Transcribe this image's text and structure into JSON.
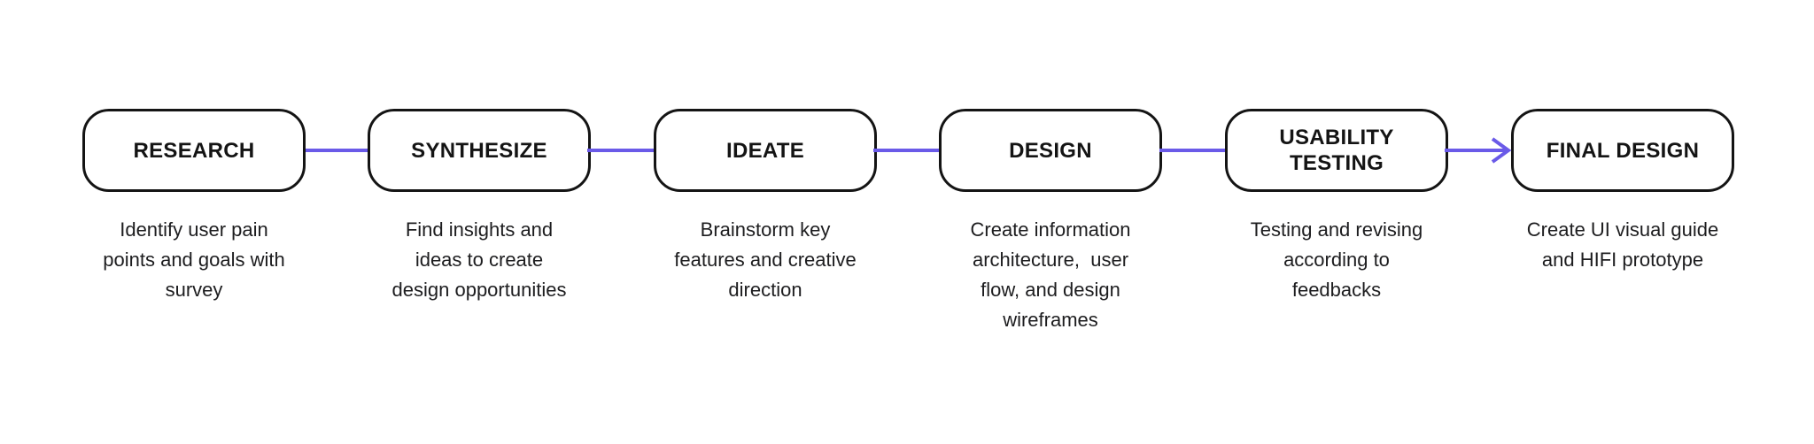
{
  "diagram": {
    "title": "design-process-flow",
    "colors": {
      "background": "#ffffff",
      "node_border": "#141414",
      "node_fill": "#ffffff",
      "title_text": "#141414",
      "description_text": "#1d1d1f",
      "connector": "#6A5AE8"
    },
    "stages": [
      {
        "title": "RESEARCH",
        "description": "Identify user pain\npoints and goals with\nsurvey"
      },
      {
        "title": "SYNTHESIZE",
        "description": "Find insights and\nideas to create\ndesign opportunities"
      },
      {
        "title": "IDEATE",
        "description": "Brainstorm key\nfeatures and creative\ndirection"
      },
      {
        "title": "DESIGN",
        "description": "Create information\narchitecture,  user\nflow, and design\nwireframes"
      },
      {
        "title": "USABILITY\nTESTING",
        "description": "Testing and revising\naccording to\nfeedbacks"
      },
      {
        "title": "FINAL DESIGN",
        "description": "Create UI visual guide\nand HIFI prototype"
      }
    ],
    "connectors": [
      {
        "from": "RESEARCH",
        "to": "SYNTHESIZE",
        "type": "line"
      },
      {
        "from": "SYNTHESIZE",
        "to": "IDEATE",
        "type": "line"
      },
      {
        "from": "IDEATE",
        "to": "DESIGN",
        "type": "line"
      },
      {
        "from": "DESIGN",
        "to": "USABILITY TESTING",
        "type": "line"
      },
      {
        "from": "USABILITY TESTING",
        "to": "FINAL DESIGN",
        "type": "arrow"
      }
    ]
  }
}
